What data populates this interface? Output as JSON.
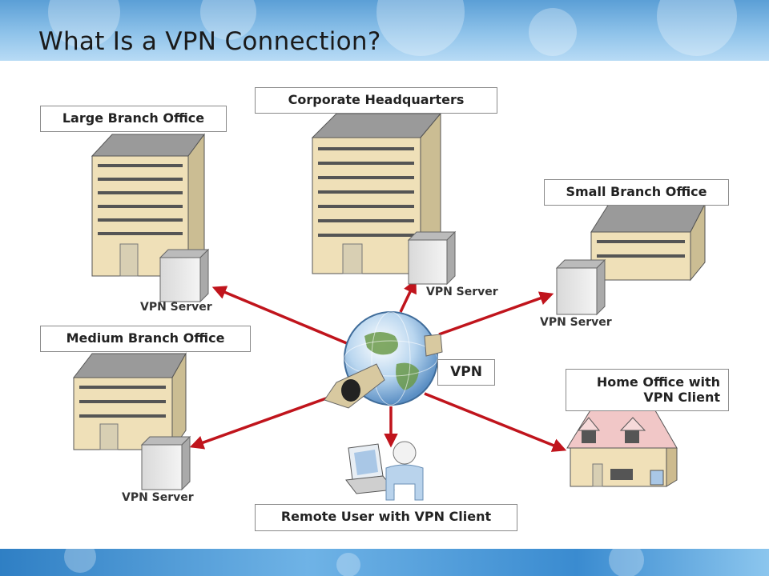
{
  "slide": {
    "title": "What Is a VPN Connection?"
  },
  "nodes": {
    "corporate_hq": {
      "label": "Corporate Headquarters",
      "server_label": "VPN Server"
    },
    "large_branch": {
      "label": "Large Branch Office",
      "server_label": "VPN Server"
    },
    "small_branch": {
      "label": "Small Branch Office",
      "server_label": "VPN Server"
    },
    "medium_branch": {
      "label": "Medium Branch Office",
      "server_label": "VPN Server"
    },
    "home_office": {
      "label_line1": "Home Office with",
      "label_line2": "VPN Client"
    },
    "remote_user": {
      "label": "Remote User with VPN Client"
    }
  },
  "hub": {
    "label": "VPN"
  },
  "colors": {
    "connection": "#c0141c",
    "header": "#7fb8e6",
    "footer": "#3a8bd0"
  }
}
